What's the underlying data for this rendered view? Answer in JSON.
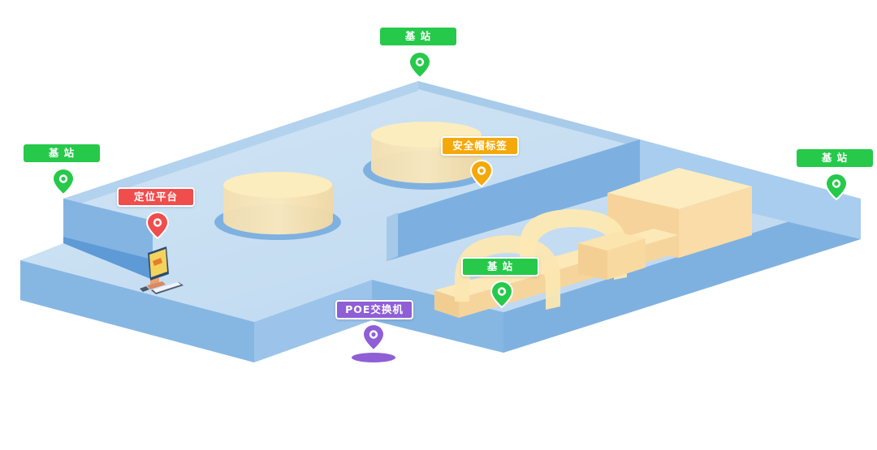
{
  "colors": {
    "base_station": "#26c94a",
    "platform": "#f04d4d",
    "helmet_tag": "#f5a80a",
    "poe_switch": "#8f5fd6",
    "floor_top": "#c7def2",
    "floor_side": "#7fb1e0",
    "wall": "#a9ccec",
    "tank": "#fbe6ad"
  },
  "labels": {
    "base_station_top": "基 站",
    "base_station_left": "基 站",
    "base_station_right": "基 站",
    "base_station_center": "基 站",
    "positioning_platform": "定位平台",
    "helmet_tag": "安全帽标签",
    "poe_switch": "POE交换机"
  },
  "icons": {
    "location_pin": "map-pin-icon",
    "computer": "computer-icon",
    "keyboard": "keyboard-icon"
  }
}
